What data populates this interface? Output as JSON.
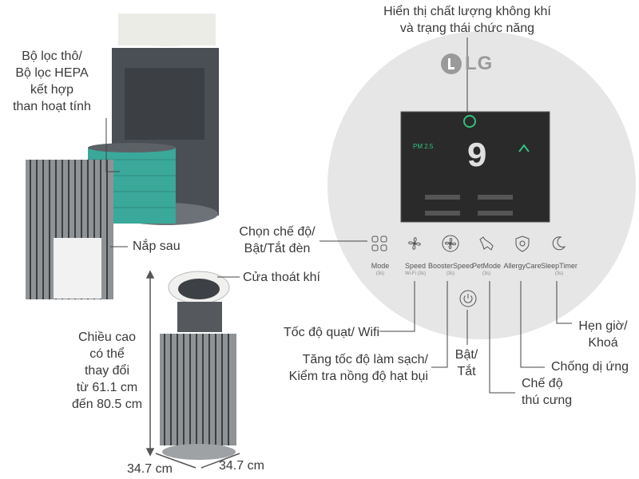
{
  "labels": {
    "display": [
      "Hiển thị chất lượng không khí",
      "và trạng thái chức năng"
    ],
    "prefilter": [
      "Bộ lọc thô/",
      "Bộ lọc HEPA",
      "kết hợp",
      "than hoạt tính"
    ],
    "rear_cover": "Nắp sau",
    "outlet": "Cửa thoát khí",
    "mode": [
      "Chọn chế độ/",
      "Bật/Tắt đèn"
    ],
    "fan_speed": "Tốc độ quạt/ Wifi",
    "booster": [
      "Tăng tốc độ làm sạch/",
      "Kiểm tra nồng độ hạt bụi"
    ],
    "power": [
      "Bật/",
      "Tắt"
    ],
    "pet_mode": [
      "Chế độ",
      "thú cưng"
    ],
    "allergy": "Chống dị ứng",
    "timer": [
      "Hẹn giờ/",
      "Khoá"
    ],
    "height": [
      "Chiều cao",
      "có thể",
      "thay đổi",
      "từ 61.1 cm",
      "đến 80.5 cm"
    ],
    "width_left": "34.7 cm",
    "width_right": "34.7 cm"
  },
  "panel": {
    "brand": "LG",
    "display_value": "9",
    "buttons": [
      {
        "name": "Mode",
        "sub": "(3s)",
        "icon": "mode-grid-icon"
      },
      {
        "name": "Speed",
        "sub": "Wi-Fi (3s)",
        "icon": "fan-icon"
      },
      {
        "name": "BoosterSpeed",
        "sub": "(3s)",
        "icon": "booster-fan-icon"
      },
      {
        "name": "PetMode",
        "sub": "(3s)",
        "icon": "pet-icon"
      },
      {
        "name": "AllergyCare",
        "sub": "",
        "icon": "shield-icon"
      },
      {
        "name": "SleepTimer",
        "sub": "(3s)",
        "icon": "moon-icon"
      }
    ]
  },
  "colors": {
    "panel_circle": "#e6e6e6",
    "display_bg": "#222222",
    "display_green": "#2ec27e",
    "filter_green": "#3aa89a",
    "line": "#444444"
  }
}
